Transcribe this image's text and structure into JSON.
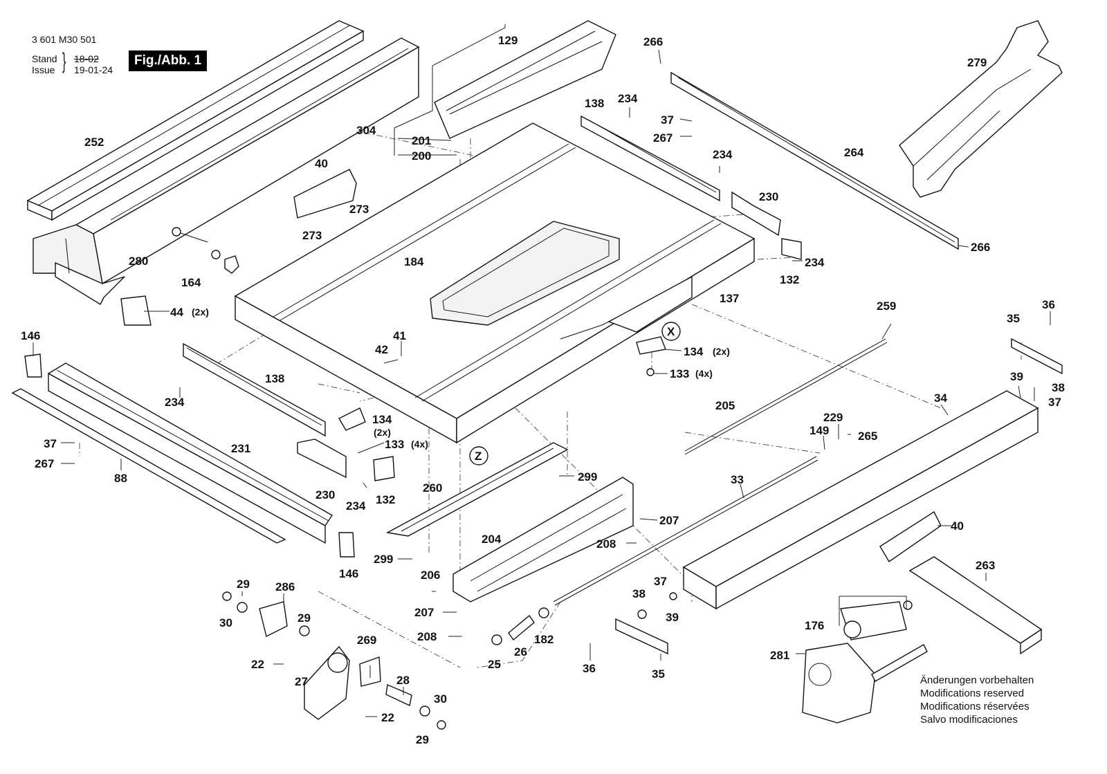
{
  "header": {
    "doc_number": "3 601 M30 501",
    "stand_label": "Stand",
    "issue_label": "Issue",
    "stand_date_struck": "18-02",
    "issue_date": "19-01-24",
    "figure_label": "Fig./Abb. 1"
  },
  "notes": [
    "Änderungen vorbehalten",
    "Modifications reserved",
    "Modifications réservées",
    "Salvo modificaciones"
  ],
  "callouts": {
    "c129": "129",
    "c266a": "266",
    "c279": "279",
    "c304": "304",
    "c201": "201",
    "c200": "200",
    "c252": "252",
    "c138a": "138",
    "c234a": "234",
    "c37a": "37",
    "c267a": "267",
    "c264": "264",
    "c40a": "40",
    "c273a": "273",
    "c273b": "273",
    "c234b": "234",
    "c230a": "230",
    "c280": "280",
    "c164": "164",
    "c184": "184",
    "c266b": "266",
    "c234c": "234",
    "c132a": "132",
    "c137": "137",
    "c44": "44",
    "q44": "(2x)",
    "c259": "259",
    "c36a": "36",
    "c35a": "35",
    "c146a": "146",
    "c41": "41",
    "c42": "42",
    "cX": "X",
    "c134a": "134",
    "q134a": "(2x)",
    "c133a": "133",
    "q133a": "(4x)",
    "c39a": "39",
    "c38a": "38",
    "c37b": "37",
    "c138b": "138",
    "c234d": "234",
    "c134b": "134",
    "q134b": "(2x)",
    "c205": "205",
    "c34": "34",
    "c229": "229",
    "c149": "149",
    "c265": "265",
    "c37c": "37",
    "c267b": "267",
    "c231": "231",
    "c133b": "133",
    "q133b": "(4x)",
    "cZ": "Z",
    "c88": "88",
    "c299a": "299",
    "c33": "33",
    "c230b": "230",
    "c260": "260",
    "c234e": "234",
    "c132b": "132",
    "c207a": "207",
    "c40b": "40",
    "c208a": "208",
    "c204": "204",
    "c146b": "146",
    "c299b": "299",
    "c263": "263",
    "c206": "206",
    "c29a": "29",
    "c286": "286",
    "c37d": "37",
    "c38b": "38",
    "c30a": "30",
    "c29b": "29",
    "c207b": "207",
    "c39b": "39",
    "c176": "176",
    "c208b": "208",
    "c182": "182",
    "c269": "269",
    "c22a": "22",
    "c26": "26",
    "c25": "25",
    "c36b": "36",
    "c35b": "35",
    "c281": "281",
    "c27": "27",
    "c28": "28",
    "c30b": "30",
    "c22b": "22",
    "c29c": "29"
  }
}
